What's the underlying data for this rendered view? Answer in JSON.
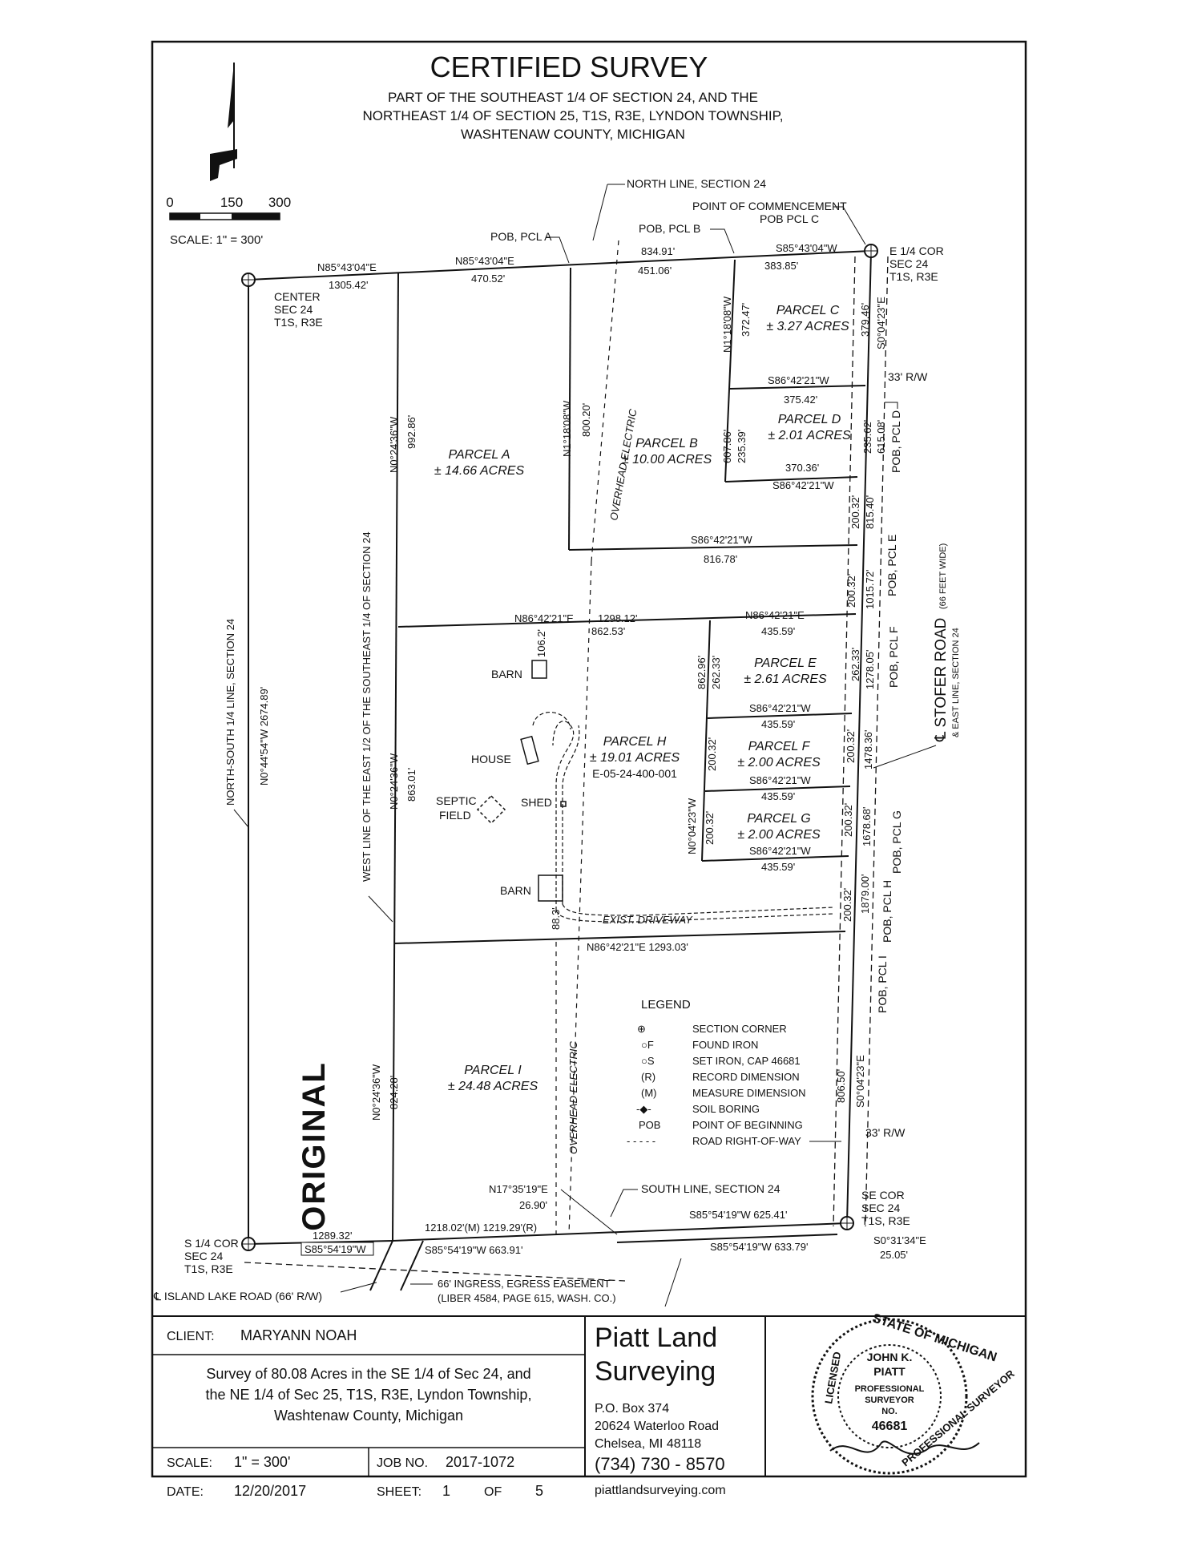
{
  "header": {
    "title": "CERTIFIED SURVEY",
    "subtitle": [
      "PART OF THE SOUTHEAST 1/4 OF SECTION 24, AND THE",
      "NORTHEAST 1/4 OF SECTION 25, T1S, R3E, LYNDON TOWNSHIP,",
      "WASHTENAW COUNTY, MICHIGAN"
    ]
  },
  "scale_bar": {
    "ticks": [
      "0",
      "150",
      "300"
    ],
    "label": "SCALE:  1\" = 300'"
  },
  "stamp": "ORIGINAL",
  "corners": {
    "center": [
      "CENTER",
      "SEC 24",
      "T1S, R3E"
    ],
    "e_quarter": [
      "E 1/4 COR",
      "SEC 24",
      "T1S, R3E"
    ],
    "s_quarter": [
      "S 1/4 COR",
      "SEC 24",
      "T1S, R3E"
    ],
    "se": [
      "SE COR",
      "SEC 24",
      "T1S, R3E"
    ]
  },
  "callouts": {
    "north_line": "NORTH LINE, SECTION 24",
    "commencement": "POINT OF COMMENCEMENT",
    "pob_c": "POB PCL C",
    "pob_b": "POB, PCL B",
    "pob_a": "POB, PCL A",
    "pob_d": "POB, PCL D",
    "pob_e": "POB, PCL E",
    "pob_f": "POB, PCL F",
    "pob_g": "POB, PCL G",
    "pob_h": "POB, PCL H",
    "pob_i": "POB, PCL I",
    "rw_top": "33' R/W",
    "rw_bottom": "33' R/W",
    "south_line": "SOUTH LINE, SECTION 24",
    "ns_line": "NORTH-SOUTH 1/4 LINE, SECTION 24",
    "ns_bearing": "N0°44'54\"W  2674.89'",
    "west_line": "WEST LINE OF THE EAST 1/2 OF THE SOUTHEAST 1/4 OF SECTION 24",
    "road_name": "℄ STOFER ROAD",
    "road_width": "(66 FEET WIDE)",
    "road_sub": "& EAST LINE, SECTION 24",
    "island_lake": "℄ ISLAND LAKE ROAD (66' R/W)",
    "easement": "66' INGRESS, EGRESS EASEMENT",
    "easement_ref": "(LIBER 4584, PAGE 615, WASH. CO.)",
    "driveway": "EXIST. DRIVEWAY",
    "overhead": "OVERHEAD ELECTRIC",
    "overhead2": "OVERHEAD ELECTRIC",
    "barn1": "BARN",
    "barn2": "BARN",
    "house": "HOUSE",
    "septic": [
      "SEPTIC",
      "FIELD"
    ],
    "shed": "SHED",
    "barn_dim": "106.2'",
    "barn2_dim": "88.3'",
    "tie_bearing": "N17°35'19\"E",
    "tie_dist": "26.90'",
    "se_tie_bearing": "S0°31'34\"E",
    "se_tie_dist": "25.05'"
  },
  "parcels": {
    "a": [
      "PARCEL A",
      "± 14.66 ACRES"
    ],
    "b": [
      "PARCEL B",
      "± 10.00 ACRES"
    ],
    "c": [
      "PARCEL C",
      "± 3.27 ACRES"
    ],
    "d": [
      "PARCEL D",
      "± 2.01 ACRES"
    ],
    "e": [
      "PARCEL E",
      "± 2.61 ACRES"
    ],
    "f": [
      "PARCEL F",
      "± 2.00 ACRES"
    ],
    "g": [
      "PARCEL G",
      "± 2.00 ACRES"
    ],
    "h": [
      "PARCEL H",
      "± 19.01 ACRES",
      "E-05-24-400-001"
    ],
    "i": [
      "PARCEL I",
      "± 24.48 ACRES"
    ]
  },
  "dims": {
    "north_w_brg": "N85°43'04\"E",
    "north_w_len": "1305.42'",
    "north_a_brg": "N85°43'04\"E",
    "north_a_len": "470.52'",
    "north_b_total": "834.91'",
    "north_b_len": "451.06'",
    "north_c_brg": "S85°43'04\"W",
    "north_c_len": "383.85'",
    "c_w_brg": "N1°18'08\"W",
    "c_w_len": "372.47'",
    "c_e_len": "379.46'",
    "east_brg": "S0°04'23\"E",
    "cd_brg": "S86°42'21\"W",
    "cd_len": "375.42'",
    "d_w1": "607.86'",
    "d_w2": "235.39'",
    "d_e1": "235.62'",
    "d_e2": "615.08'",
    "ds_len": "370.36'",
    "ds_brg": "S86°42'21\"W",
    "b_w_brg": "N1°18'08\"W",
    "b_w_len": "800.20'",
    "bs_brg": "S86°42'21\"W",
    "bs_len": "816.78'",
    "e_e1": "200.32'",
    "e_e2": "815.40'",
    "a_w_brg": "N0°24'36\"W",
    "a_w_len": "992.86'",
    "ah_brg": "N86°42'21\"E",
    "ah_total": "1298.12'",
    "ah_len": "862.53'",
    "en_brg": "N86°42'21\"E",
    "en_len": "435.59'",
    "e_e3": "200.32'",
    "e_e4": "1015.72'",
    "e_w1": "862.96'",
    "e_w2": "262.33'",
    "e_e5": "262.33'",
    "e_e6": "1278.05'",
    "ef_brg": "S86°42'21\"W",
    "ef_len": "435.59'",
    "f_w": "200.32'",
    "f_e1": "200.32'",
    "f_e2": "1478.36'",
    "fg_brg": "S86°42'21\"W",
    "fg_len": "435.59'",
    "g_w_brg": "N0°04'23\"W",
    "g_w": "200.32'",
    "g_e1": "200.32'",
    "g_e2": "1678.68'",
    "gs_brg": "S86°42'21\"W",
    "gs_len": "435.59'",
    "h_w_brg": "N0°24'36\"W",
    "h_w_len": "863.01'",
    "h_e1": "200.32'",
    "h_e2": "1879.00'",
    "hi_brg": "N86°42'21\"E  1293.03'",
    "i_w_brg": "N0°24'36\"W",
    "i_w_len": "824.28'",
    "i_e_len": "806.50'",
    "i_e_brg": "S0°04'23\"E",
    "s_w_len": "1289.32'",
    "s_w_brg": "S85°54'19\"W",
    "s_i_rec": "1218.02'(M) 1219.29'(R)",
    "s_i_brg": "S85°54'19\"W  663.91'",
    "s_e_top": "S85°54'19\"W  625.41'",
    "s_e_bot": "S85°54'19\"W  633.79'"
  },
  "legend": {
    "title": "LEGEND",
    "items": [
      {
        "sym": "⊕",
        "text": "SECTION CORNER"
      },
      {
        "sym": "○F",
        "text": "FOUND IRON"
      },
      {
        "sym": "○S",
        "text": "SET IRON, CAP 46681"
      },
      {
        "sym": "(R)",
        "text": "RECORD DIMENSION"
      },
      {
        "sym": "(M)",
        "text": "MEASURE DIMENSION"
      },
      {
        "sym": "-◆-",
        "text": "SOIL BORING"
      },
      {
        "sym": "POB",
        "text": "POINT OF BEGINNING"
      },
      {
        "sym": "- - - - -",
        "text": "ROAD RIGHT-OF-WAY"
      }
    ]
  },
  "title_block": {
    "client_label": "CLIENT:",
    "client": "MARYANN NOAH",
    "description": [
      "Survey of 80.08 Acres in the SE 1/4 of Sec 24, and",
      "the NE 1/4 of Sec 25, T1S, R3E, Lyndon Township,",
      "Washtenaw County, Michigan"
    ],
    "scale_label": "SCALE:",
    "scale": "1\" = 300'",
    "job_label": "JOB NO.",
    "job": "2017-1072",
    "date_label": "DATE:",
    "date": "12/20/2017",
    "sheet_label": "SHEET:",
    "sheet": "1",
    "of_label": "OF",
    "sheet_total": "5"
  },
  "company": {
    "name1": "Piatt Land",
    "name2": "Surveying",
    "address": [
      "P.O. Box 374",
      "20624 Waterloo Road",
      "Chelsea, MI 48118"
    ],
    "phone": "(734) 730 - 8570",
    "web": "piattlandsurveying.com"
  },
  "seal": {
    "state": "STATE OF MICHIGAN",
    "licensed": "LICENSED",
    "professional_surveyor": "PROFESSIONAL SURVEYOR",
    "name": [
      "JOHN K.",
      "PIATT"
    ],
    "title": [
      "PROFESSIONAL",
      "SURVEYOR",
      "NO."
    ],
    "number": "46681"
  }
}
